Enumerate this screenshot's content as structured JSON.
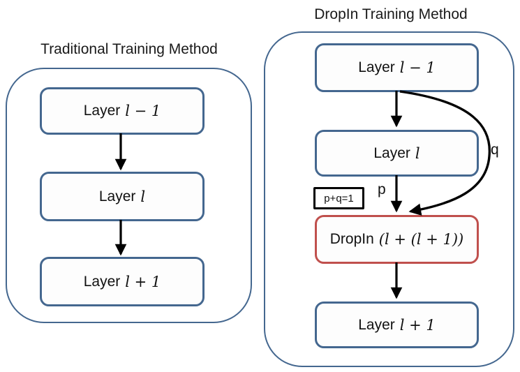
{
  "diagram": {
    "left": {
      "title": "Traditional Training Method",
      "boxes": [
        {
          "word": "Layer",
          "math": "l − 1"
        },
        {
          "word": "Layer",
          "math": "l"
        },
        {
          "word": "Layer",
          "math": "l + 1"
        }
      ]
    },
    "right": {
      "title": "DropIn Training Method",
      "box_top": {
        "word": "Layer",
        "math": "l − 1"
      },
      "box_mid": {
        "word": "Layer",
        "math": "l"
      },
      "box_dropin": {
        "word": "DropIn",
        "math": "(l +  (l + 1))"
      },
      "box_bottom": {
        "word": "Layer",
        "math": "l + 1"
      },
      "label_p": "p",
      "label_q": "q",
      "label_constraint": "p+q=1"
    },
    "colors": {
      "blue_border": "#44678F",
      "red_border": "#C0504D",
      "arrow": "#000000",
      "background": "#ffffff"
    }
  }
}
